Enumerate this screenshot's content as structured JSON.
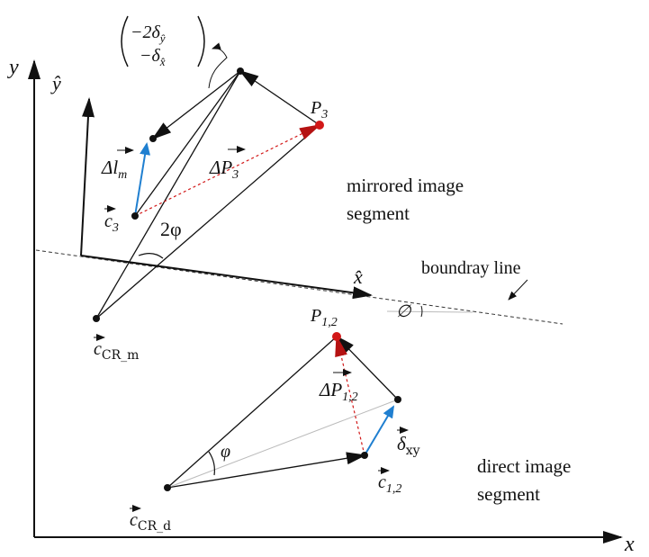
{
  "axes": {
    "x_label": "x",
    "y_label": "y",
    "x_hat": "x̂",
    "y_hat": "ŷ"
  },
  "regions": {
    "mirrored_line1": "mirrored image",
    "mirrored_line2": "segment",
    "direct_line1": "direct image",
    "direct_line2": "segment"
  },
  "boundary": {
    "label": "boundray line",
    "angle_symbol": "∅"
  },
  "points": {
    "P3": {
      "main": "P",
      "sub": "3"
    },
    "P12": {
      "main": "P",
      "sub": "1,2"
    },
    "c3": {
      "main": "c",
      "sub": "3"
    },
    "c12": {
      "main": "c",
      "sub": "1,2"
    },
    "cCRm": {
      "main": "c",
      "sub": "CR_m"
    },
    "cCRd": {
      "main": "c",
      "sub": "CR_d"
    }
  },
  "vectors": {
    "dl": {
      "main": "Δl",
      "sub": "m"
    },
    "dP3": {
      "main": "ΔP",
      "sub": "3"
    },
    "dP12": {
      "main": "ΔP",
      "sub": "1,2"
    },
    "dxy": {
      "main": "δ",
      "sub": "xy"
    }
  },
  "angles": {
    "two_phi": "2φ",
    "phi": "φ"
  },
  "matrix": {
    "row1_main": "−2δ",
    "row1_sub": "ŷ",
    "row2_main": "−δ",
    "row2_sub": "x̂"
  },
  "colors": {
    "line": "#111111",
    "red_point": "#d21818",
    "red_dashed": "#d21818",
    "blue_vector": "#1f7fd0",
    "boundary_dashed": "#333333",
    "thin_gray": "#bbbbbb"
  }
}
